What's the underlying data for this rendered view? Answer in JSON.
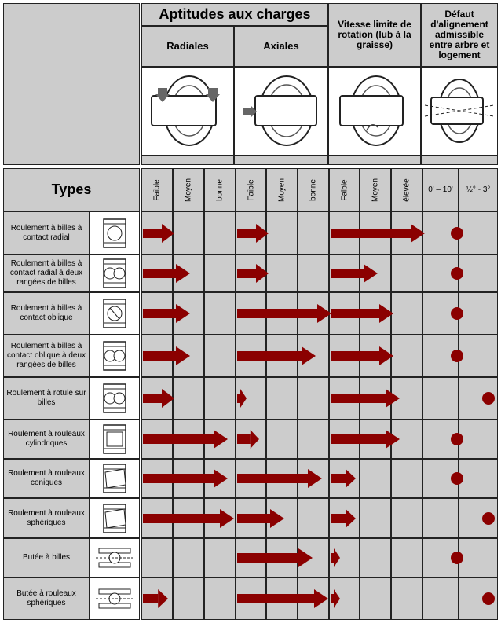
{
  "header": {
    "title": "Aptitudes aux charges",
    "radial": "Radiales",
    "axial": "Axiales",
    "speed": "Vitesse limite de rotation (lub à la graisse)",
    "misalign": "Défaut d'alignement admissible entre arbre et logement"
  },
  "types_label": "Types",
  "sub_columns": [
    "Faible",
    "Moyen",
    "bonne",
    "Faible",
    "Moyen",
    "bonne",
    "Faible",
    "Moyen",
    "élevée"
  ],
  "misalign_columns": [
    "0' – 10'",
    "½° - 3°"
  ],
  "colors": {
    "arrow": "#8b0000",
    "grid_bg": "#cccccc",
    "line": "#222222"
  },
  "rows": [
    {
      "label": "Roulement à billes à contact radial",
      "icon": "radial-ball-bearing-icon",
      "radial": 1,
      "axial": 1,
      "speed": 3,
      "misalign": "0' – 10'"
    },
    {
      "label": "Roulement à billes à contact radial à deux rangées de billes",
      "icon": "double-row-ball-bearing-icon",
      "radial": 1.5,
      "axial": 1,
      "speed": 1.5,
      "misalign": "0' – 10'"
    },
    {
      "label": "Roulement à billes à contact oblique",
      "icon": "angular-contact-ball-bearing-icon",
      "radial": 1.5,
      "axial": 3,
      "speed": 2,
      "misalign": "0' – 10'"
    },
    {
      "label": "Roulement à billes à contact oblique à deux rangées de billes",
      "icon": "double-row-angular-bearing-icon",
      "radial": 1.5,
      "axial": 2.5,
      "speed": 2,
      "misalign": "0' – 10'"
    },
    {
      "label": "Roulement à rotule sur billes",
      "icon": "self-aligning-ball-bearing-icon",
      "radial": 1,
      "axial": 0.3,
      "speed": 2.2,
      "misalign": "½° - 3°"
    },
    {
      "label": "Roulement à rouleaux cylindriques",
      "icon": "cylindrical-roller-bearing-icon",
      "radial": 2.7,
      "axial": 0.7,
      "speed": 2.2,
      "misalign": "0' – 10'"
    },
    {
      "label": "Roulement à rouleaux coniques",
      "icon": "tapered-roller-bearing-icon",
      "radial": 2.7,
      "axial": 2.7,
      "speed": 0.8,
      "misalign": "0' – 10'"
    },
    {
      "label": "Roulement à rouleaux sphériques",
      "icon": "spherical-roller-bearing-icon",
      "radial": 2.9,
      "axial": 1.5,
      "speed": 0.8,
      "misalign": "½° - 3°"
    },
    {
      "label": "Butée à billes",
      "icon": "thrust-ball-bearing-icon",
      "radial": 0,
      "axial": 2.4,
      "speed": 0.3,
      "misalign": "0' – 10'"
    },
    {
      "label": "Butée à rouleaux sphériques",
      "icon": "spherical-roller-thrust-bearing-icon",
      "radial": 0.8,
      "axial": 2.9,
      "speed": 0.3,
      "misalign": "½° - 3°"
    }
  ]
}
